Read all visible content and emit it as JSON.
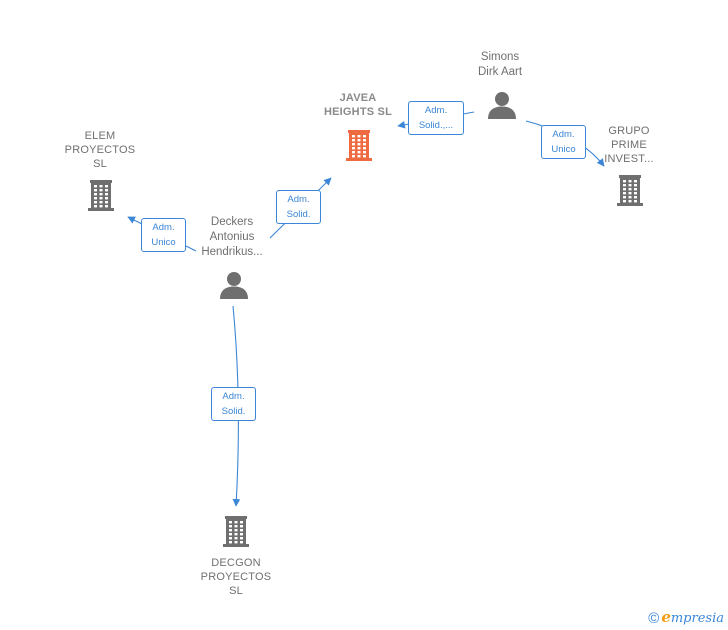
{
  "colors": {
    "edge": "#3b86d6",
    "company": "#6f6f6f",
    "main_company": "#ef6a40",
    "person": "#6f6f6f"
  },
  "nodes": {
    "javea": {
      "lines": [
        "JAVEA",
        "HEIGHTS  SL"
      ],
      "icon": "building-icon",
      "main": true
    },
    "simons": {
      "lines": [
        "Simons",
        "Dirk Aart"
      ],
      "icon": "person-icon"
    },
    "grupo": {
      "lines": [
        "GRUPO",
        "PRIME",
        "INVEST..."
      ],
      "icon": "building-icon"
    },
    "elem": {
      "lines": [
        "ELEM",
        "PROYECTOS",
        "SL"
      ],
      "icon": "building-icon"
    },
    "deckers": {
      "lines": [
        "Deckers",
        "Antonius",
        "Hendrikus..."
      ],
      "icon": "person-icon"
    },
    "decgon": {
      "lines": [
        "DECGON",
        "PROYECTOS",
        "SL"
      ],
      "icon": "building-icon"
    }
  },
  "edges": [
    {
      "from": "simons",
      "to": "javea",
      "lines": [
        "Adm.",
        "Solid.,..."
      ]
    },
    {
      "from": "simons",
      "to": "grupo",
      "lines": [
        "Adm.",
        "Unico"
      ]
    },
    {
      "from": "deckers",
      "to": "javea",
      "lines": [
        "Adm.",
        "Solid."
      ]
    },
    {
      "from": "deckers",
      "to": "elem",
      "lines": [
        "Adm.",
        "Unico"
      ]
    },
    {
      "from": "deckers",
      "to": "decgon",
      "lines": [
        "Adm.",
        "Solid."
      ]
    }
  ],
  "brand": {
    "copyright": "©",
    "initial": "e",
    "rest": "mpresia"
  }
}
